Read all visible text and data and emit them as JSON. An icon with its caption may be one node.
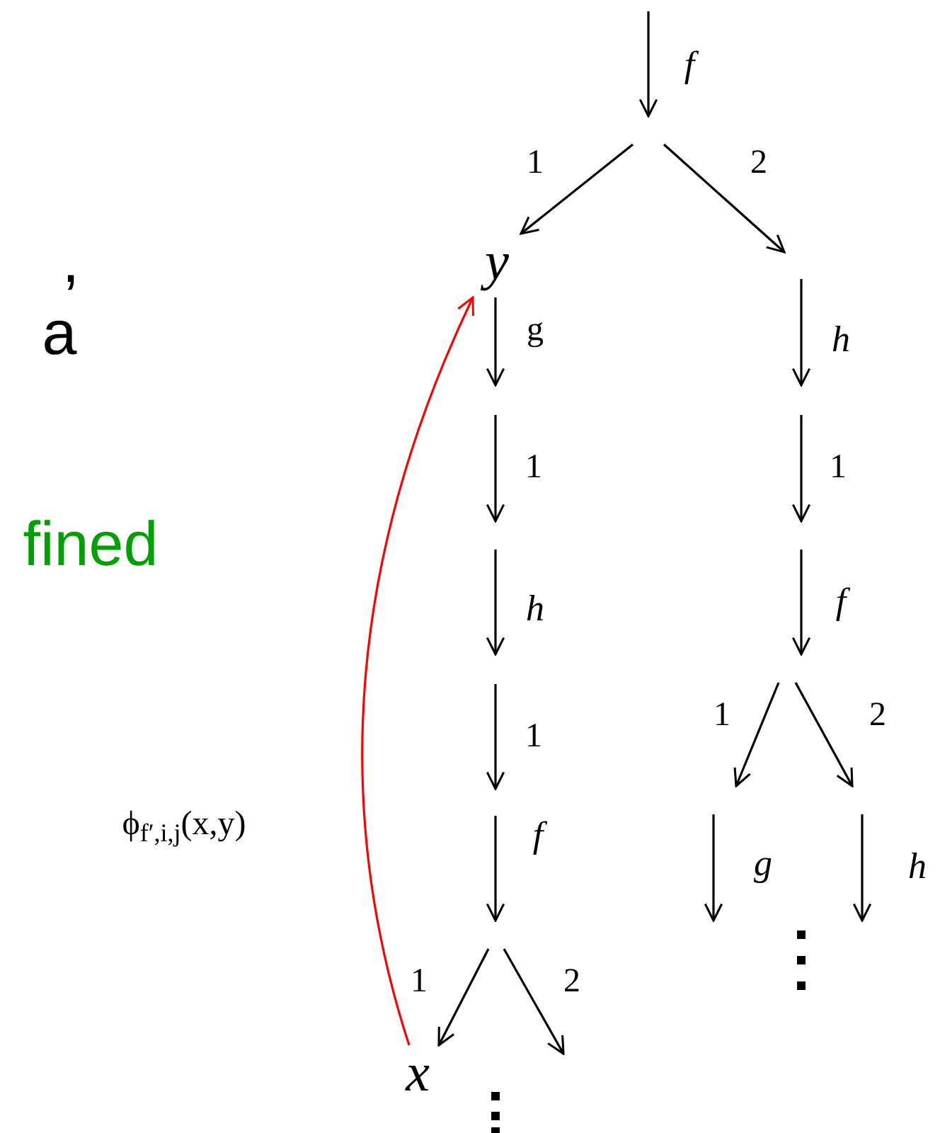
{
  "diagram": {
    "nodes": [
      {
        "text": [
          "y"
        ]
      },
      {
        "text": [
          "x"
        ]
      }
    ],
    "edges": [
      {
        "from": null,
        "to": 0,
        "arrow": "to",
        "label": "1"
      },
      {
        "from": 0,
        "to": null,
        "arrow": "to",
        "label": "g"
      },
      {
        "from": null,
        "to": 1,
        "arrow": "to",
        "label": "1"
      },
      {
        "from": 1,
        "to": 0,
        "arrow": "to",
        "color": "#ff0000",
        "label": "ϕ$_{f′,i,j}$(x,y)"
      }
    ],
    "labels": [
      ",",
      "a",
      "f",
      "2",
      "h",
      "1",
      "1",
      "fined",
      "h",
      "f",
      "1",
      "2",
      "1",
      "f",
      "g",
      "h",
      "2"
    ]
  }
}
